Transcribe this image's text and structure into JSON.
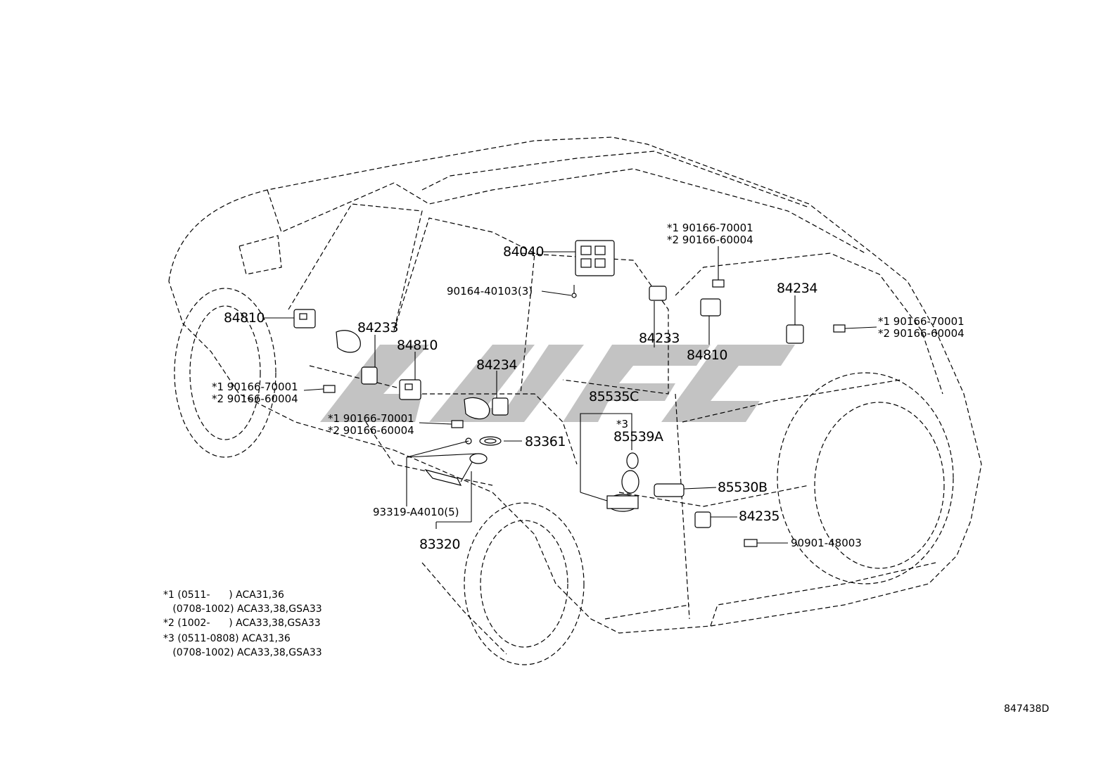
{
  "diagram_code": "847438D",
  "labels": {
    "p84040": "84040",
    "p90164": "90164-40103(3)",
    "p84810_a": "84810",
    "p84233_a": "84233",
    "p84810_b": "84810",
    "p84234_a": "84234",
    "p84233_b": "84233",
    "p84810_c": "84810",
    "p84234_b": "84234",
    "p85535c": "85535C",
    "p85539a": "85539A",
    "p85530b": "85530B",
    "p84235": "84235",
    "p83361": "83361",
    "p93319": "93319-A4010(5)",
    "p83320": "83320",
    "p90901": "90901-48003",
    "star3": "*3"
  },
  "screw_callouts": {
    "top_right": {
      "l1": "*1 90166-70001",
      "l2": "*2 90166-60004"
    },
    "right": {
      "l1": "*1 90166-70001",
      "l2": "*2 90166-60004"
    },
    "left": {
      "l1": "*1 90166-70001",
      "l2": "*2 90166-60004"
    },
    "center": {
      "l1": "*1 90166-70001",
      "l2": "*2 90166-60004"
    }
  },
  "notes": [
    "*1 (0511-      ) ACA31,36",
    "   (0708-1002) ACA33,38,GSA33",
    "*2 (1002-      ) ACA33,38,GSA33",
    "*3 (0511-0808) ACA31,36",
    "   (0708-1002) ACA33,38,GSA33"
  ]
}
